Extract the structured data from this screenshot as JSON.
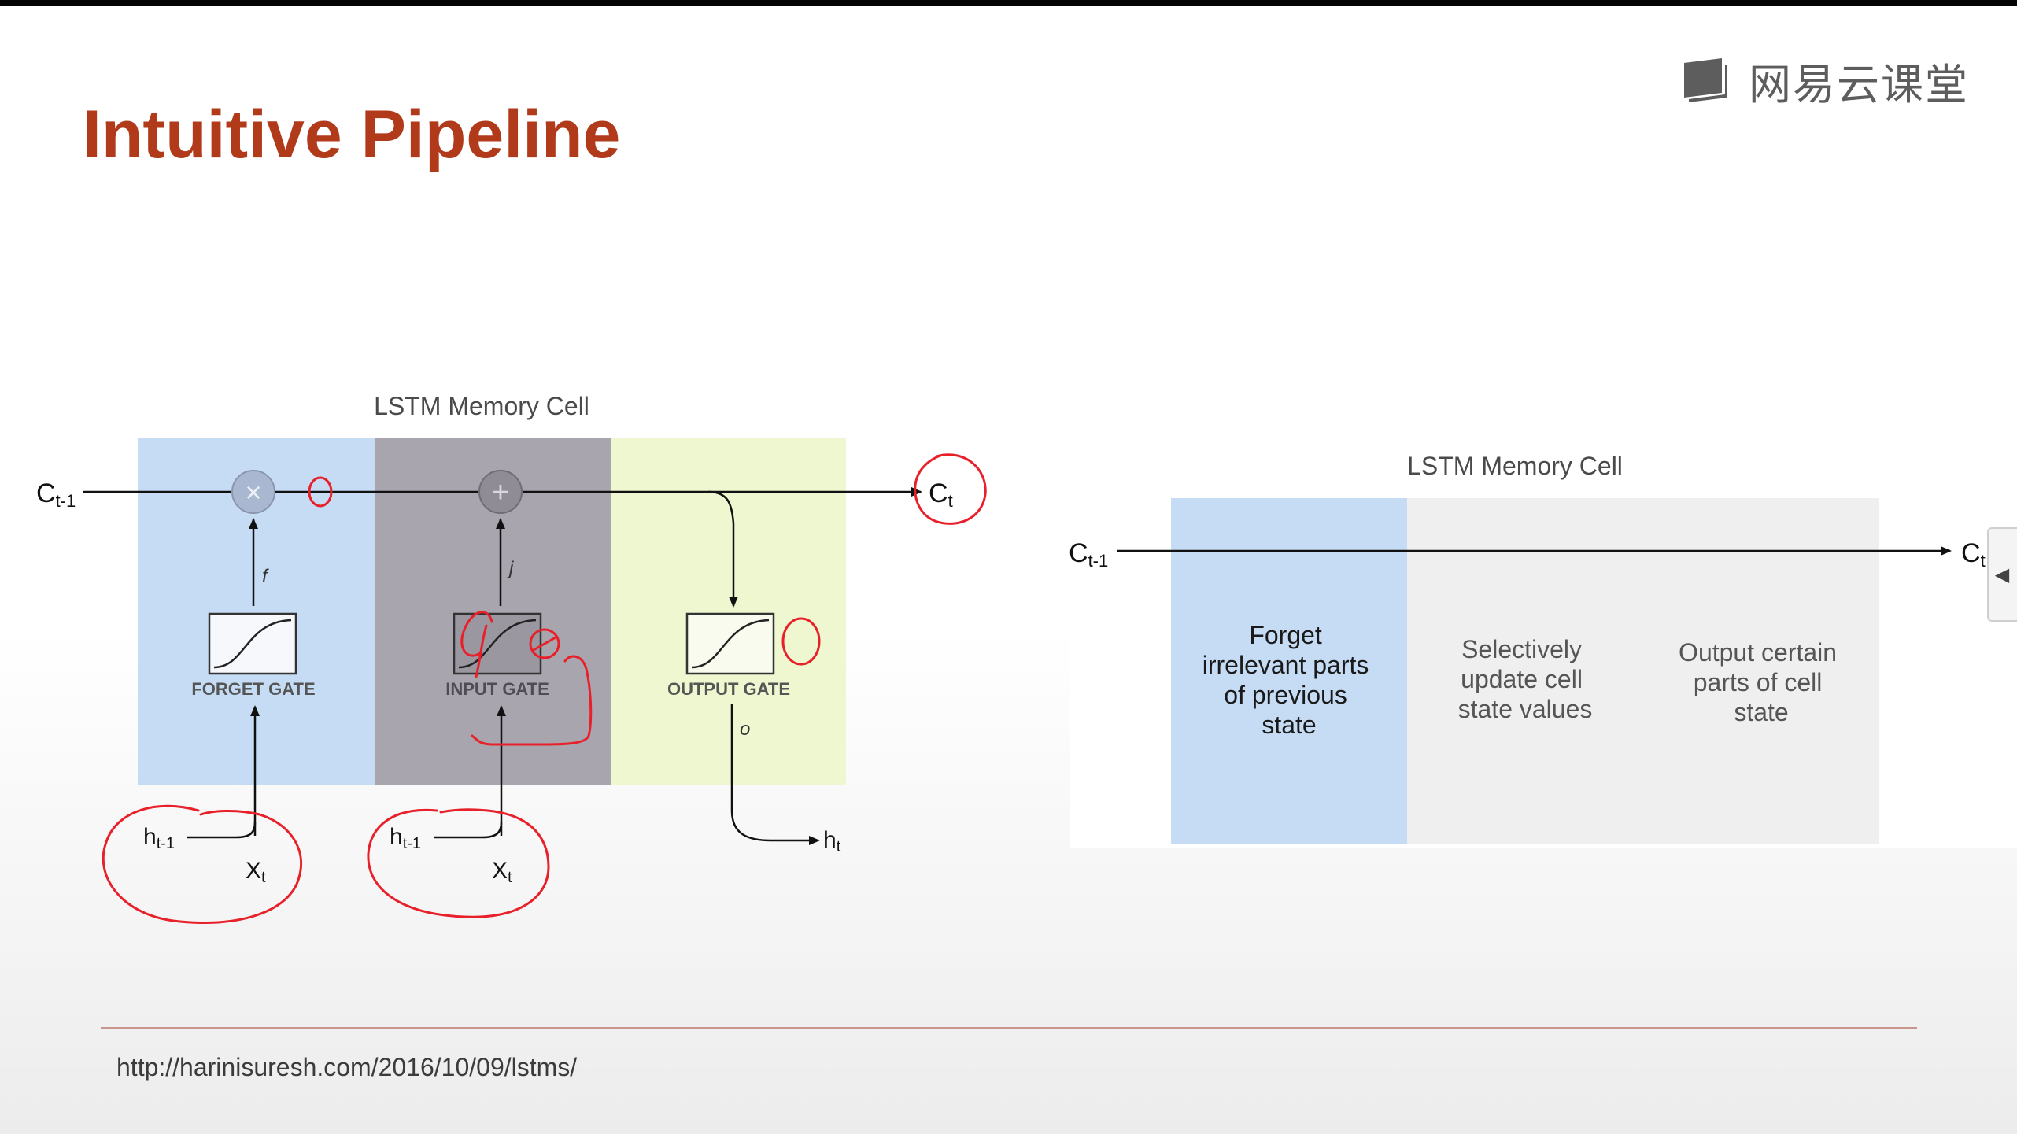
{
  "slide": {
    "title": "Intuitive Pipeline",
    "brand": {
      "icon": "book-icon",
      "name": "网易云课堂"
    },
    "source_url": "http://harinisuresh.com/2016/10/09/lstms/"
  },
  "left_diagram": {
    "title": "LSTM Memory Cell",
    "input_state": {
      "main": "C",
      "sub": "t-1"
    },
    "output_state": {
      "main": "C",
      "sub": "t"
    },
    "ops": {
      "multiply": "×",
      "add": "+"
    },
    "gates": {
      "forget": {
        "label": "FORGET GATE",
        "signal": "f",
        "color": "#c6dcf4"
      },
      "input": {
        "label": "INPUT GATE",
        "signal": "j",
        "color": "#a8a5ae"
      },
      "output": {
        "label": "OUTPUT GATE",
        "signal": "o",
        "color": "#eef7d0"
      }
    },
    "inputs": {
      "h_prev": {
        "main": "h",
        "sub": "t-1"
      },
      "x": {
        "main": "X",
        "sub": "t"
      }
    },
    "output_h": {
      "main": "h",
      "sub": "t"
    }
  },
  "right_diagram": {
    "title": "LSTM Memory Cell",
    "input_state": {
      "main": "C",
      "sub": "t-1"
    },
    "output_state": {
      "main": "C",
      "sub": "t"
    },
    "sections": [
      {
        "text": [
          "Forget",
          "irrelevant parts",
          "of previous",
          "state"
        ],
        "color": "#c6dcf4",
        "text_color": "#1a1a1a"
      },
      {
        "text": [
          "Selectively",
          "update cell",
          "state values"
        ],
        "color": "#efefef",
        "text_color": "#555555"
      },
      {
        "text": [
          "Output certain",
          "parts of cell",
          "state"
        ],
        "color": "#efefef",
        "text_color": "#555555"
      }
    ]
  },
  "colors": {
    "title": "#b03a1a",
    "annotation": "#e8202a",
    "rule": "#c9968d"
  }
}
